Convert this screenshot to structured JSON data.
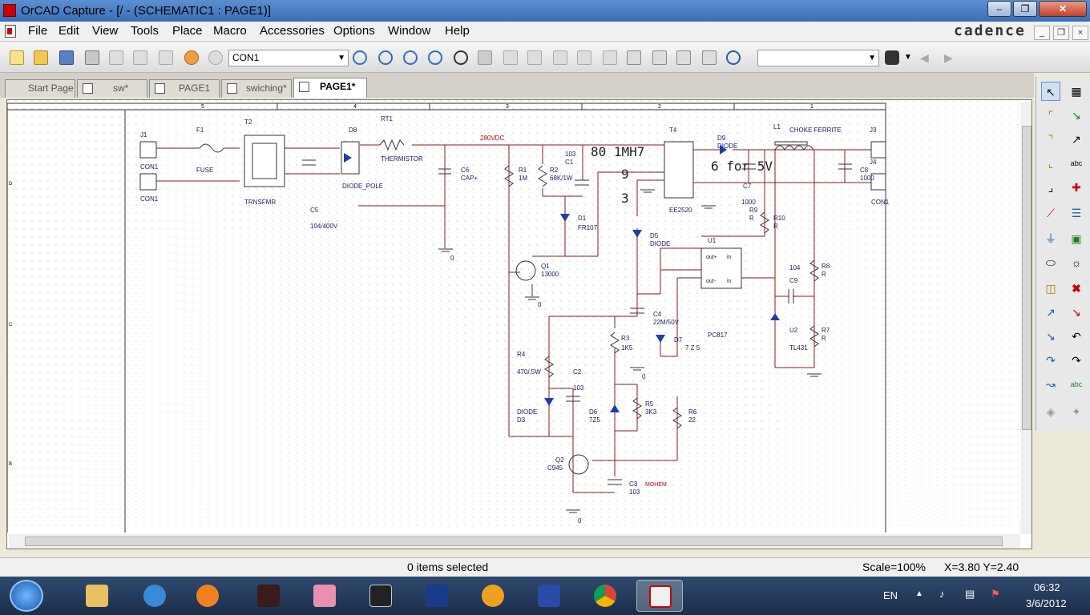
{
  "window": {
    "title": "OrCAD Capture - [/ - (SCHEMATIC1 : PAGE1)]"
  },
  "menu": [
    "File",
    "Edit",
    "View",
    "Tools",
    "Place",
    "Macro",
    "Accessories",
    "Options",
    "Window",
    "Help"
  ],
  "brand": "cadence",
  "toolbar": {
    "part_combo_value": "CON1",
    "search_combo_value": ""
  },
  "tabs": [
    {
      "label": "Start Page",
      "active": false
    },
    {
      "label": "sw*",
      "active": false
    },
    {
      "label": "PAGE1",
      "active": false
    },
    {
      "label": "swiching*",
      "active": false
    },
    {
      "label": "PAGE1*",
      "active": true
    }
  ],
  "schematic": {
    "border_columns": [
      "5",
      "4",
      "3",
      "2",
      "1"
    ],
    "border_rows": [
      "D",
      "C",
      "B"
    ],
    "labels": {
      "j1": "J1",
      "f1": "F1",
      "t2": "T2",
      "rt1": "RT1",
      "d8": "D8",
      "fuse": "FUSE",
      "con1_a": "CON1",
      "con1_b": "CON1",
      "con1_j3": "CON1",
      "trnsfmr": "TRNSFMR",
      "diode_pole": "DIODE_POLE",
      "thermistor": "THERMISTOR",
      "c5": "C5",
      "c5_val": "104/400V",
      "v280": "280VDC",
      "c6": "C6",
      "capplus": "CAP+",
      "gnd_0a": "0",
      "r1": "R1",
      "r1v": "1M",
      "r2": "R2",
      "r2v": "68K/1W",
      "c1": "C1",
      "c1v": "103",
      "d1": "D1",
      "d1v": "FR107",
      "q1": "Q1",
      "q1v": "13000",
      "gnd_0b": "0",
      "t4": "T4",
      "ee2520": "EE2520",
      "note_80": "80  1MH7",
      "note_9": "9",
      "note_3": "3",
      "note_6for5v": "6 for 5V",
      "d9": "D9",
      "d9v": "DIODE",
      "l1": "L1",
      "choke": "CHOKE FERRITE",
      "j3": "J3",
      "j4": "J4",
      "c8": "C8",
      "c8v": "1000",
      "c7": "C7",
      "c7v": "1000",
      "r9": "R9",
      "r9v": "R",
      "r10": "R10",
      "r10v": "R",
      "d5": "D5",
      "d5v": "DIODE",
      "u1": "U1",
      "pc817": "PC817",
      "c4": "C4",
      "c4v": "22M/50V",
      "d7": "D7",
      "d7v": "7 Z 5",
      "r3": "R3",
      "r3v": "1K5",
      "gnd_0c": "0",
      "c9": "C9",
      "c9v": "104",
      "r8": "R8",
      "r8v": "R",
      "r7": "R7",
      "r7v": "R",
      "u2": "U2",
      "tl431": "TL431",
      "r4": "R4",
      "r4v": "470/.5W",
      "c2": "C2",
      "c2v": "103",
      "d3": "D3",
      "d3v": "DIODE",
      "d6": "D6",
      "d6v": "7Z5",
      "r5": "R5",
      "r5v": "3K3",
      "r6": "R6",
      "r6v": "22",
      "q2": "Q2",
      "q2v": "C945",
      "c3": "C3",
      "c3v": "103",
      "mohem": "MOHEM",
      "gnd_0d": "0",
      "u1_outp": "out+",
      "u1_outm": "out-",
      "u1_in": "in",
      "u1_in2": "in"
    }
  },
  "status": {
    "selection": "0 items selected",
    "scale": "Scale=100%",
    "coords": "X=3.80  Y=2.40"
  },
  "taskbar": {
    "lang": "EN",
    "time": "06:32",
    "date": "3/6/2012"
  }
}
